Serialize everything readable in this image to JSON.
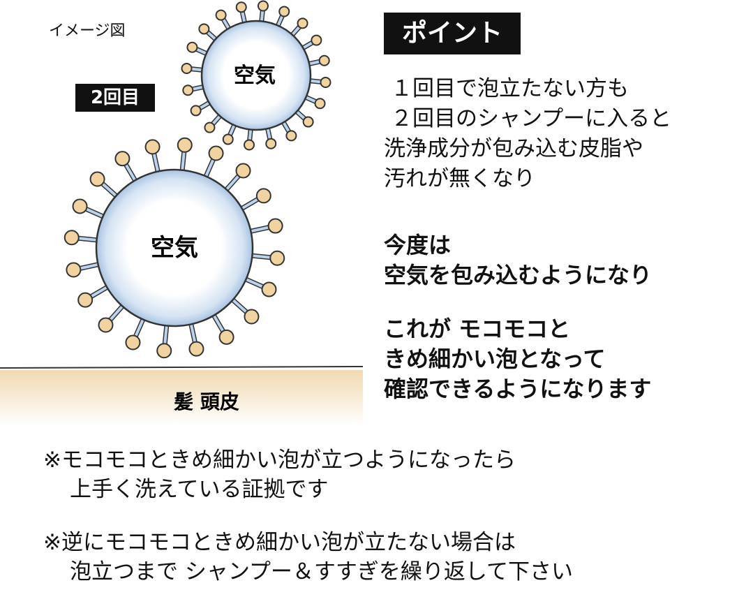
{
  "caption": "イメージ図",
  "round_badge": "2回目",
  "bubble_small_label": "空気",
  "bubble_large_label": "空気",
  "ground_label": "髪 頭皮",
  "point_title": "ポイント",
  "point_group1": [
    "１回目で泡立たない方も",
    "２回目のシャンプーに入ると",
    "洗浄成分が包み込む皮脂や",
    "汚れが無くなり"
  ],
  "point_group2": [
    "今度は",
    "空気を包み込むようになり"
  ],
  "point_group3": [
    "これが モコモコと",
    "きめ細かい泡となって",
    "確認できるようになります"
  ],
  "note1": [
    "※モコモコときめ細かい泡が立つようになったら",
    "上手く洗えている証拠です"
  ],
  "note2": [
    "※逆にモコモコときめ細かい泡が立たない場合は",
    "泡立つまで シャンプー＆すすぎを繰り返して下さい"
  ],
  "colors": {
    "bubble_edge": "#9fb8d8",
    "spike_tip": "#f0d3a0",
    "ground": "#f3e2c2"
  }
}
